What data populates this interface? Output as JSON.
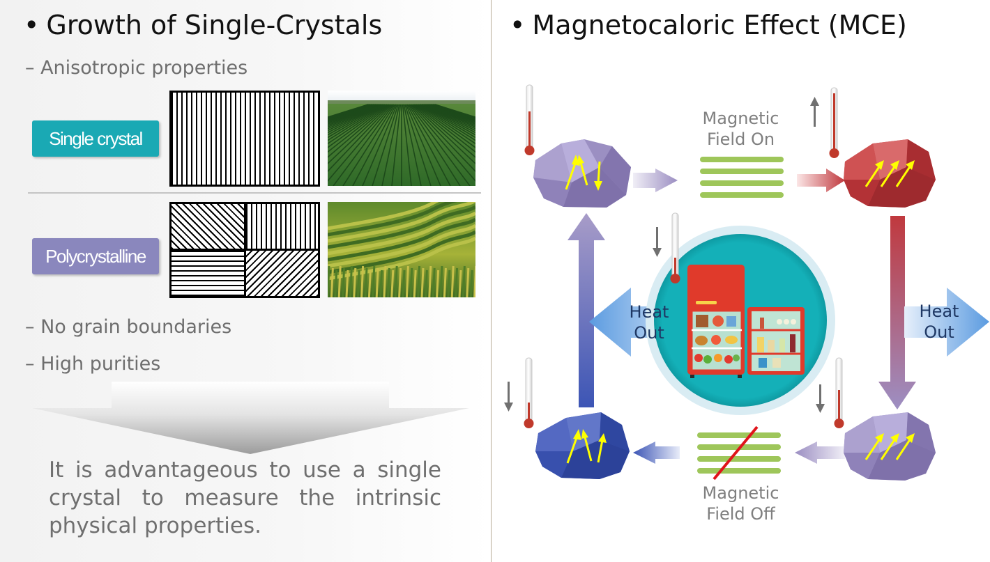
{
  "left": {
    "title": "Growth of Single-Crystals",
    "sub1": "– Anisotropic properties",
    "badge_single": "Single crystal",
    "badge_poly": "Polycrystalline",
    "sub2": "– No grain boundaries",
    "sub3": "– High purities",
    "conclusion_lines": [
      "It is advantageous to use a single",
      "crystal to measure the intrinsic",
      "physical properties."
    ]
  },
  "right": {
    "title": "Magnetocaloric Effect (MCE)",
    "field_on_line1": "Magnetic",
    "field_on_line2": "Field On",
    "field_off_line1": "Magnetic",
    "field_off_line2": "Field Off",
    "heat_out_left_line1": "Heat",
    "heat_out_left_line2": "Out",
    "heat_out_right_line1": "Heat",
    "heat_out_right_line2": "Out"
  },
  "bullet": "•",
  "colors": {
    "teal_badge": "#1aa9b4",
    "purple_badge": "#8a87bd",
    "crystal_purple": "#9a8fc0",
    "crystal_red": "#c2363a",
    "crystal_blue": "#3d56b7",
    "field_lines_green": "#9ec65a",
    "cancel_red": "#e0141a",
    "circle_teal": "#14b0b8",
    "fridge_red": "#ea4434",
    "heat_arrow_blue": "#5b9be0",
    "arrow_yellow": "#ffff00"
  },
  "icons": [
    "thermometer-icon",
    "up-arrow-icon",
    "down-arrow-icon",
    "refrigerator-icon",
    "crystal-icon"
  ]
}
